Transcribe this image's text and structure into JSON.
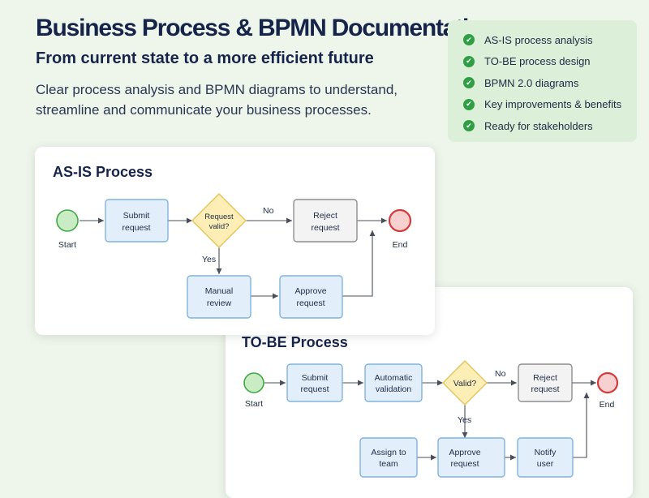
{
  "header": {
    "title": "Business Process & BPMN Documentation",
    "subtitle": "From current state to a more efficient future",
    "description": "Clear process analysis and BPMN diagrams to understand, streamline and communicate your business processes."
  },
  "checklist": {
    "items": [
      "AS-IS process analysis",
      "TO-BE process design",
      "BPMN 2.0 diagrams",
      "Key improvements & benefits",
      "Ready for stakeholders"
    ]
  },
  "colors": {
    "page_background": "#eef6ec",
    "checklist_background": "#dcefd8",
    "check_green": "#2f9e44",
    "task_fill": "#e2eefa",
    "gateway_fill": "#fdeeb6",
    "start_event": "#41a844",
    "end_event": "#d43a3a"
  },
  "as_is": {
    "title": "AS-IS Process",
    "start": "Start",
    "submit": [
      "Submit",
      "request"
    ],
    "gateway": [
      "Request",
      "valid?"
    ],
    "no": "No",
    "yes": "Yes",
    "reject": [
      "Reject",
      "request"
    ],
    "end": "End",
    "manual": [
      "Manual",
      "review"
    ],
    "approve": [
      "Approve",
      "request"
    ]
  },
  "to_be": {
    "title": "TO-BE Process",
    "start": "Start",
    "submit": [
      "Submit",
      "request"
    ],
    "validation": [
      "Automatic",
      "validation"
    ],
    "gateway": "Valid?",
    "no": "No",
    "yes": "Yes",
    "reject": [
      "Reject",
      "request"
    ],
    "end": "End",
    "assign": [
      "Assign to",
      "team"
    ],
    "approve": [
      "Approve",
      "request"
    ],
    "notify": [
      "Notify",
      "user"
    ]
  }
}
